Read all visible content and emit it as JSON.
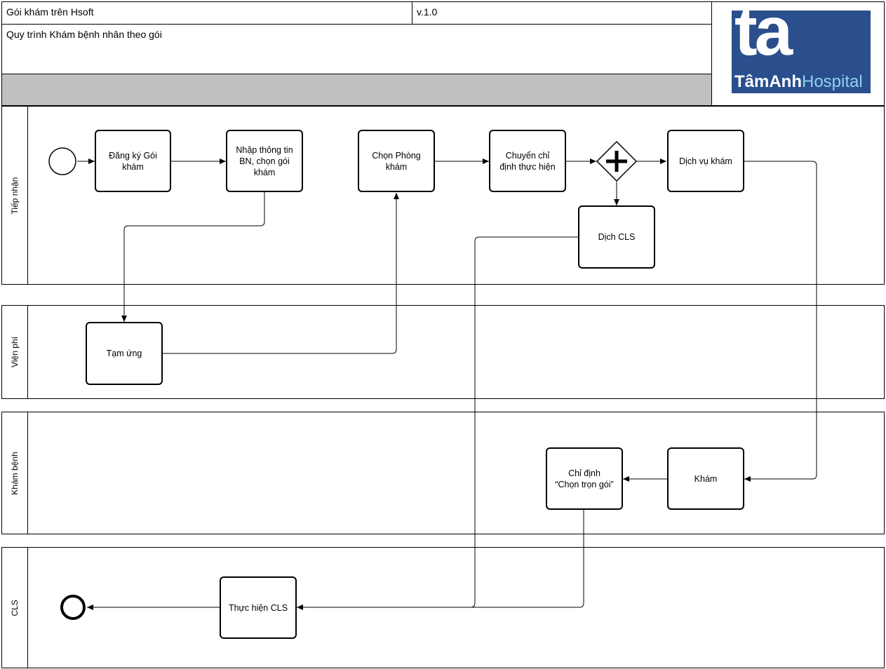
{
  "header": {
    "title": "Gói khám trên Hsoft",
    "version": "v.1.0",
    "subtitle": "Quy trình Khám bệnh nhân theo gói"
  },
  "logo": {
    "mark": "ta",
    "name_bold": "TâmAnh",
    "name_light": "Hospital",
    "colors": {
      "bg": "#2a4f8c",
      "text": "#ffffff",
      "light_text": "#8fd0f2"
    }
  },
  "lanes": [
    {
      "id": "tiep-nhan",
      "label": "Tiếp nhận"
    },
    {
      "id": "vien-phi",
      "label": "Viện phí"
    },
    {
      "id": "kham-benh",
      "label": "Khám bệnh"
    },
    {
      "id": "cls",
      "label": "CLS"
    }
  ],
  "tasks": {
    "dang_ky": "Đăng ký Gói\nkhám",
    "nhap_thong_tin": "Nhập thông tin\nBN, chọn gói\nkhám",
    "chon_phong": "Chọn Phòng\nkhám",
    "chuyen_chi_dinh": "Chuyển chỉ\nđịnh thực hiện",
    "dich_vu_kham": "Dịch vụ khám",
    "dich_cls": "Dịch CLS",
    "tam_ung": "Tạm ứng",
    "kham": "Khám",
    "chi_dinh": "Chỉ định\n“Chọn trọn gói”",
    "thuc_hien_cls": "Thực hiện CLS"
  },
  "gateway": {
    "type": "parallel",
    "icon": "plus-icon"
  },
  "events": {
    "start": "start-event",
    "end": "end-event"
  }
}
